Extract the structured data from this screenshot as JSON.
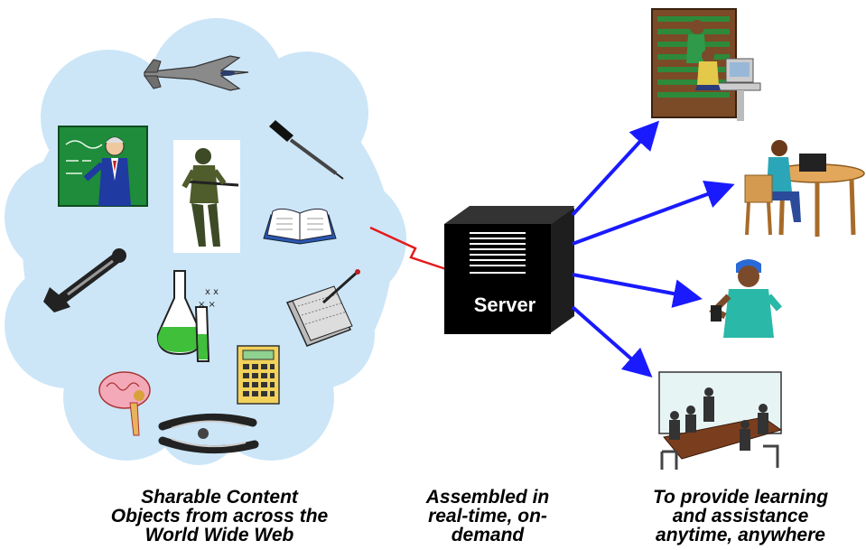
{
  "server": {
    "label": "Server"
  },
  "captions": {
    "left": [
      "Sharable Content",
      "Objects from across the",
      "World Wide Web"
    ],
    "middle": [
      "Assembled in",
      "real-time, on-",
      "demand"
    ],
    "right": [
      "To provide learning",
      "and assistance",
      "anytime, anywhere"
    ]
  },
  "colors": {
    "cloud_fill": "#cce6f8",
    "lightning": "#e41b1b",
    "arrows": "#1a1aff",
    "server": "#000000"
  },
  "cloud_items": [
    "fighter-jet",
    "teacher",
    "soldier",
    "screwdriver",
    "open-book",
    "wrench",
    "chemistry-flasks",
    "pen-and-papers",
    "brain",
    "calculator",
    "pliers"
  ],
  "audience_items": [
    "lab-workers",
    "person-at-desk",
    "worker",
    "meeting"
  ]
}
